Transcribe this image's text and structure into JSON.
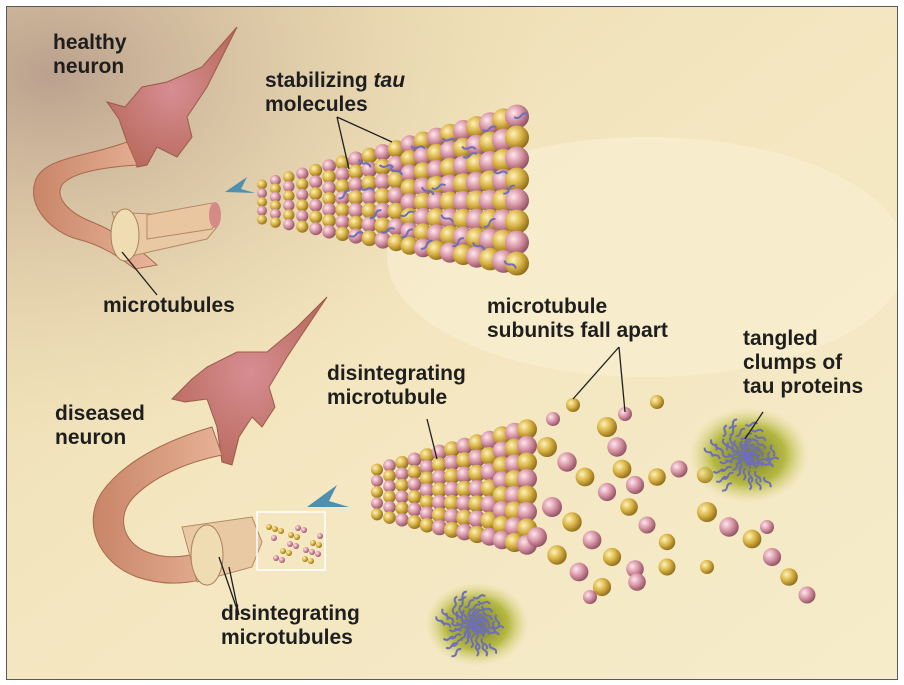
{
  "colors": {
    "background": "#f2e3b5",
    "neuron": "#d9957c",
    "bead_gold": "#d2ab3c",
    "bead_pink": "#d998a4",
    "tau": "#6e6fb8",
    "clump_glow": "#a9b02c",
    "label_text": "#1e1e1e"
  },
  "labels": {
    "healthy_neuron": [
      "healthy",
      "neuron"
    ],
    "stabilizing_tau": {
      "line1_prefix": "stabilizing",
      "line1_italic": "tau",
      "line2": "molecules"
    },
    "microtubules": "microtubules",
    "microtubule_subunits": [
      "microtubule",
      "subunits  fall apart"
    ],
    "tangled_clumps": [
      "tangled",
      "clumps  of",
      "tau proteins"
    ],
    "disintegrating_microtubule": [
      "disintegrating",
      "microtubule"
    ],
    "diseased_neuron": [
      "diseased",
      "neuron"
    ],
    "disintegrating_microtubules": [
      "disintegrating",
      "microtubules"
    ]
  }
}
